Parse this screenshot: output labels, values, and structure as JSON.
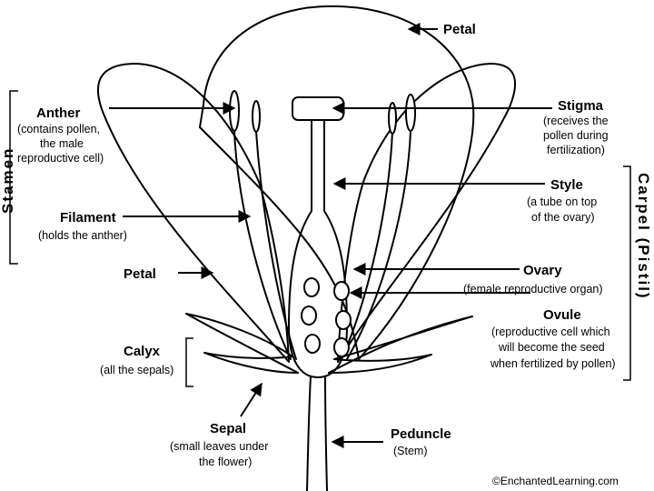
{
  "labels": {
    "petal_top": "Petal",
    "anther": "Anther",
    "anther_desc": [
      "(contains pollen,",
      "the male",
      "reproductive cell)"
    ],
    "stamen": "Stamen",
    "filament": "Filament",
    "filament_desc": "(holds the anther)",
    "petal_left": "Petal",
    "calyx": "Calyx",
    "calyx_desc": "(all the sepals)",
    "sepal": "Sepal",
    "sepal_desc": [
      "(small leaves under",
      "the flower)"
    ],
    "peduncle": "Peduncle",
    "peduncle_desc": "(Stem)",
    "stigma": "Stigma",
    "stigma_desc": [
      "(receives the",
      "pollen during",
      "fertilization)"
    ],
    "style": "Style",
    "style_desc": [
      "(a tube on top",
      "of the ovary)"
    ],
    "ovary": "Ovary",
    "ovary_desc": "(female reproductive organ)",
    "ovule": "Ovule",
    "ovule_desc": [
      "(reproductive cell which",
      "will become the seed",
      "when fertilized by pollen)"
    ],
    "carpel": "Carpel (Pistil)",
    "credit": "©EnchantedLearning.com"
  }
}
